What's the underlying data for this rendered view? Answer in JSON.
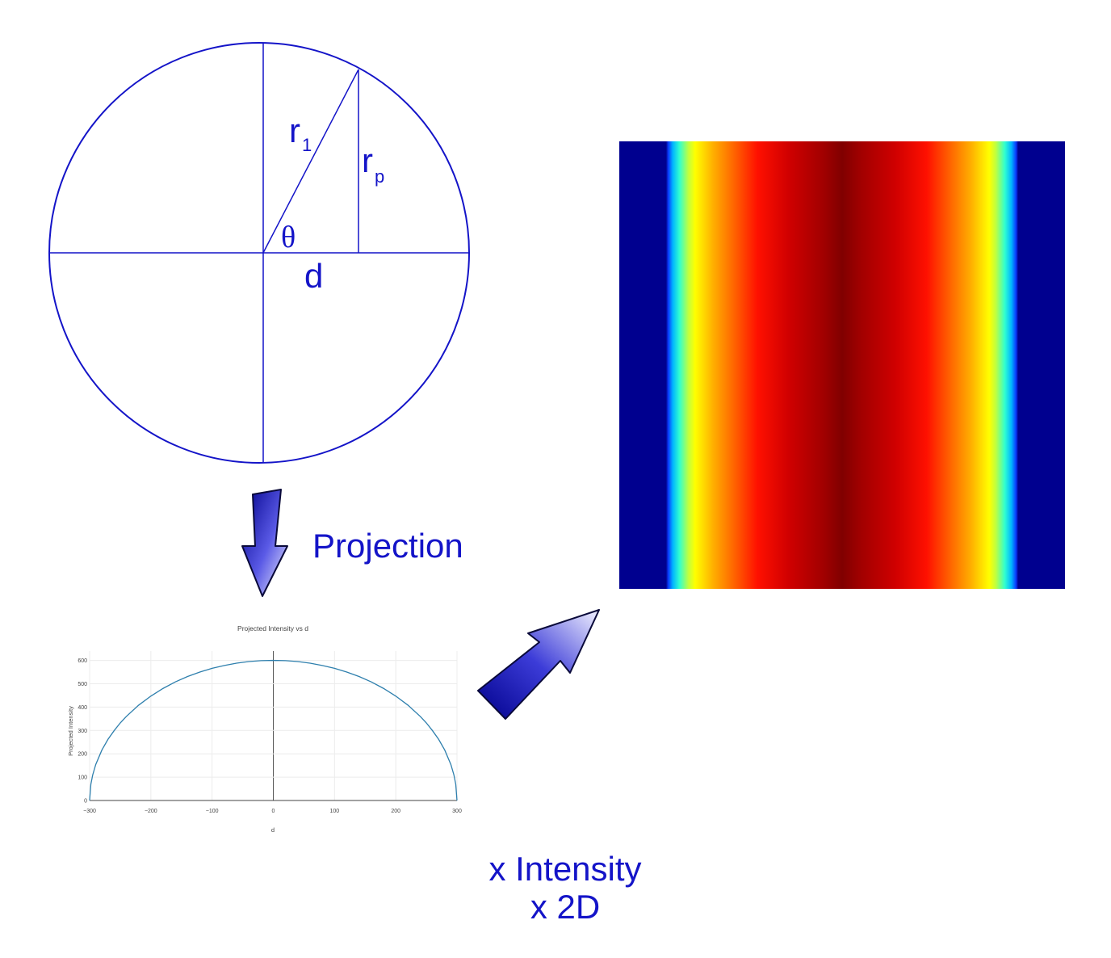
{
  "geometry_labels": {
    "r1": "r",
    "r1_sub": "1",
    "rp": "r",
    "rp_sub": "p",
    "theta": "θ",
    "d": "d"
  },
  "projection_label": "Projection",
  "caption": {
    "line1": "x Intensity",
    "line2": "x 2D"
  },
  "colors": {
    "diagram_blue": "#1414c8",
    "chart_line": "#2e7fad",
    "arrow_dark": "#00008b",
    "colormap_low": "#00008f",
    "colormap_high": "#800000"
  },
  "icons": [
    "arrow-down-icon",
    "arrow-up-right-icon"
  ],
  "chart_data": {
    "type": "line",
    "title": "Projected Intensity vs d",
    "xlabel": "d",
    "ylabel": "Projected Intensity",
    "xlim": [
      -300,
      300
    ],
    "ylim": [
      0,
      640
    ],
    "xticks": [
      -300,
      -200,
      -100,
      0,
      100,
      200,
      300
    ],
    "xtick_labels": [
      "−300",
      "−200",
      "−100",
      "0",
      "100",
      "200",
      "300"
    ],
    "yticks": [
      0,
      100,
      200,
      300,
      400,
      500,
      600
    ],
    "grid": true,
    "series": [
      {
        "x": [
          -300,
          -298,
          -295,
          -290,
          -280,
          -270,
          -260,
          -250,
          -240,
          -220,
          -200,
          -180,
          -160,
          -140,
          -120,
          -100,
          -80,
          -60,
          -40,
          -20,
          0,
          20,
          40,
          60,
          80,
          100,
          120,
          140,
          160,
          180,
          200,
          220,
          240,
          250,
          260,
          270,
          280,
          290,
          295,
          298,
          300
        ],
        "y": [
          0,
          69,
          109,
          154,
          216,
          262,
          299,
          332,
          360,
          408,
          447,
          480,
          508,
          531,
          550,
          566,
          578,
          588,
          595,
          599,
          600,
          599,
          595,
          588,
          578,
          566,
          550,
          531,
          508,
          480,
          447,
          408,
          360,
          332,
          299,
          262,
          216,
          154,
          109,
          69,
          0
        ]
      }
    ]
  },
  "heatmap": {
    "type": "heatmap",
    "colormap": "jet",
    "orientation": "vertical bands",
    "profile_d_range": [
      -300,
      300
    ]
  }
}
